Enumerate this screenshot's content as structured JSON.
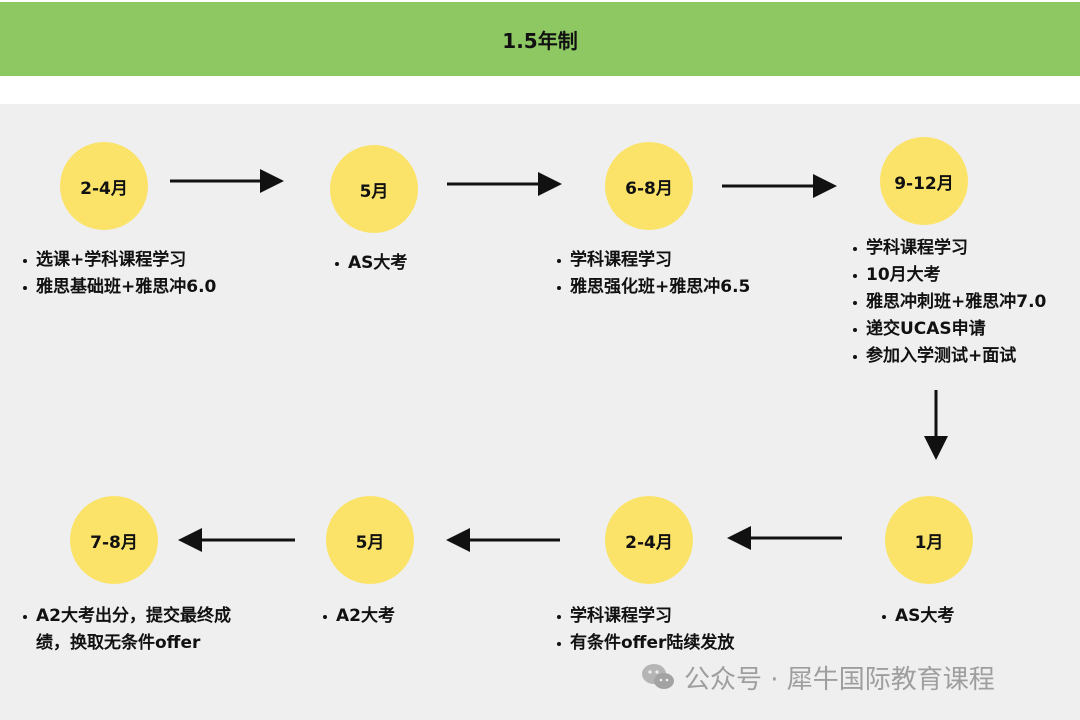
{
  "title": "1.5年制",
  "nodes": {
    "n1": {
      "label": "2-4月",
      "items": [
        "选课+学科课程学习",
        "雅思基础班+雅思冲6.0"
      ]
    },
    "n2": {
      "label": "5月",
      "items": [
        "AS大考"
      ]
    },
    "n3": {
      "label": "6-8月",
      "items": [
        "学科课程学习",
        "雅思强化班+雅思冲6.5"
      ]
    },
    "n4": {
      "label": "9-12月",
      "items": [
        "学科课程学习",
        "10月大考",
        "雅思冲刺班+雅思冲7.0",
        "递交UCAS申请",
        "参加入学测试+面试"
      ]
    },
    "n5": {
      "label": "1月",
      "items": [
        "AS大考"
      ]
    },
    "n6": {
      "label": "2-4月",
      "items": [
        "学科课程学习",
        "有条件offer陆续发放"
      ]
    },
    "n7": {
      "label": "5月",
      "items": [
        "A2大考"
      ]
    },
    "n8": {
      "label": "7-8月",
      "items": [
        "A2大考出分，提交最终成绩，换取无条件offer"
      ]
    }
  },
  "watermark": "公众号 · 犀牛国际教育课程",
  "colors": {
    "header": "#8dc863",
    "panel": "#efefef",
    "node": "#fbe36a",
    "arrow": "#111111"
  }
}
